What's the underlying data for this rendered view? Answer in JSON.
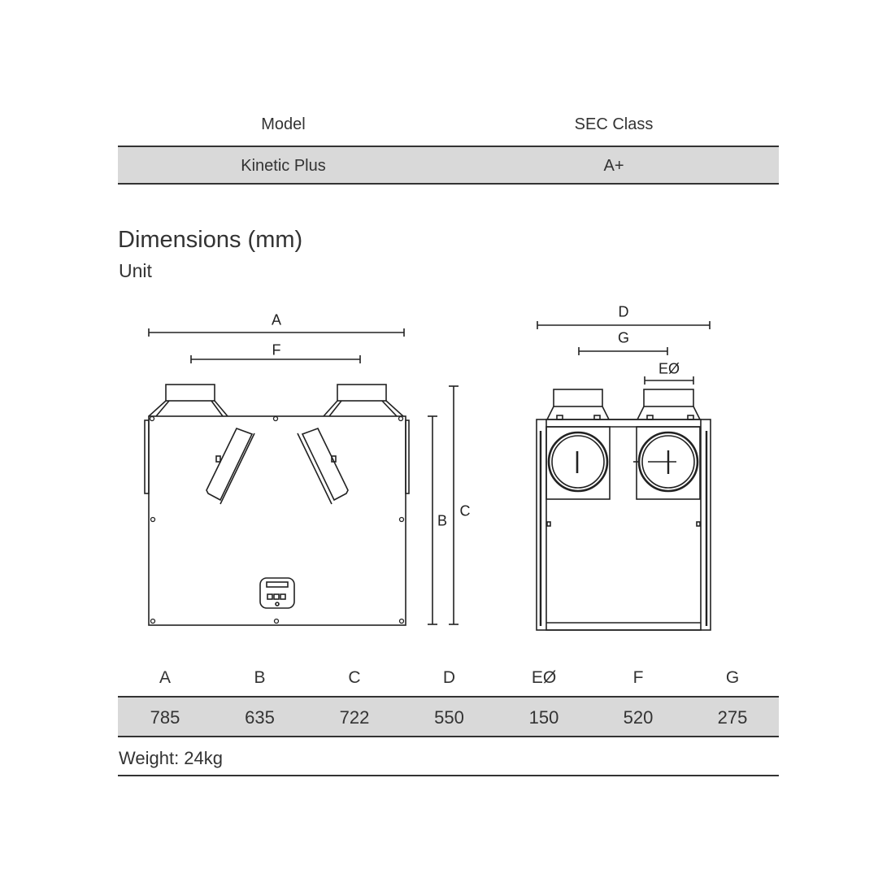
{
  "model_table": {
    "headers": [
      "Model",
      "SEC Class"
    ],
    "row": [
      "Kinetic Plus",
      "A+"
    ]
  },
  "section": {
    "title": "Dimensions (mm)",
    "subtitle": "Unit"
  },
  "diagram_labels": {
    "A": "A",
    "F": "F",
    "B": "B",
    "C": "C",
    "D": "D",
    "G": "G",
    "E": "EØ"
  },
  "dimensions_table": {
    "headers": [
      "A",
      "B",
      "C",
      "D",
      "EØ",
      "F",
      "G"
    ],
    "values": [
      "785",
      "635",
      "722",
      "550",
      "150",
      "520",
      "275"
    ]
  },
  "weight": "Weight: 24kg"
}
